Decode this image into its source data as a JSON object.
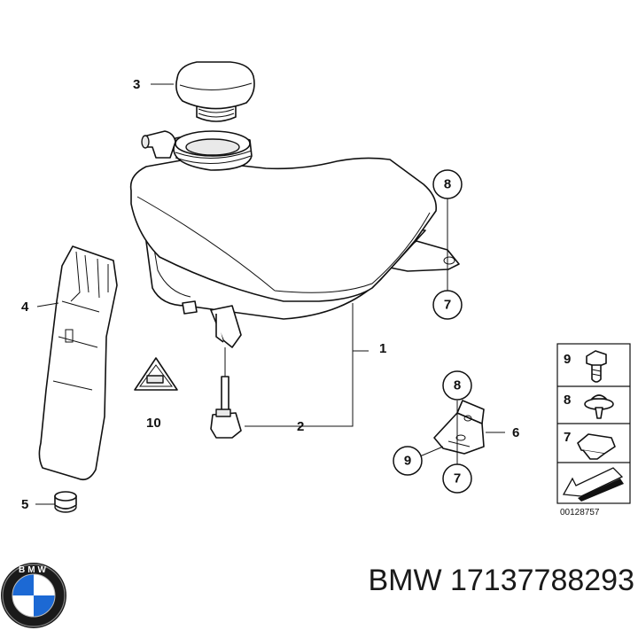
{
  "callouts": {
    "c1": "1",
    "c2": "2",
    "c3": "3",
    "c4": "4",
    "c5": "5",
    "c6": "6",
    "c7a": "7",
    "c7b": "7",
    "c8a": "8",
    "c8b": "8",
    "c9": "9",
    "c10": "10"
  },
  "legend": {
    "rows": [
      {
        "num": "9"
      },
      {
        "num": "8"
      },
      {
        "num": "7"
      }
    ],
    "code": "00128757"
  },
  "brand_text": "BMW 17137788293",
  "logo": {
    "letters": "BMW",
    "colors": {
      "blue": "#1c69d4",
      "ring": "#222222"
    }
  }
}
